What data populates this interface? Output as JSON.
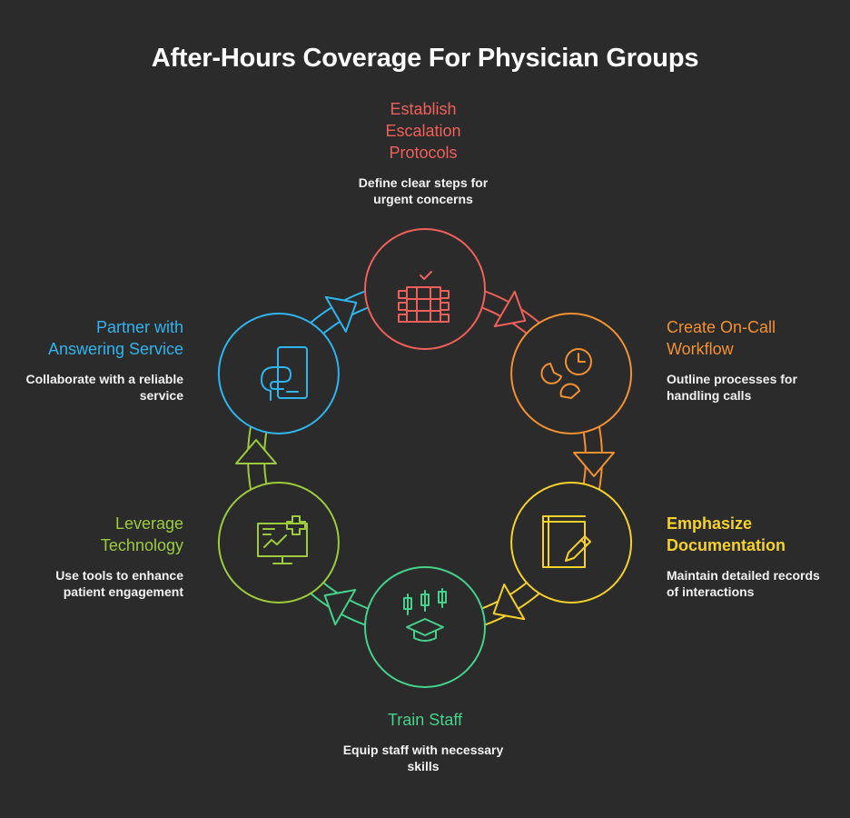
{
  "title": "After-Hours Coverage For Physician Groups",
  "colors": {
    "background": "#2b2b2b",
    "red": "#f0605a",
    "orange": "#f39132",
    "yellow": "#f5d12a",
    "green": "#44d38a",
    "lime": "#9ccc3c",
    "blue": "#2fb4ee"
  },
  "steps": [
    {
      "id": "escalation",
      "label": "Establish\nEscalation\nProtocols",
      "description": "Define clear steps for urgent concerns",
      "icon": "server-checklist-icon",
      "color": "#f0605a"
    },
    {
      "id": "workflow",
      "label": "Create On-Call Workflow",
      "description": "Outline processes for handling calls",
      "icon": "clock-pie-icon",
      "color": "#f39132"
    },
    {
      "id": "documentation",
      "label": "Emphasize Documentation",
      "description": "Maintain detailed records of interactions",
      "icon": "notebook-pencil-icon",
      "color": "#f5d12a"
    },
    {
      "id": "training",
      "label": "Train Staff",
      "description": "Equip staff with necessary skills",
      "icon": "graduation-chart-icon",
      "color": "#44d38a"
    },
    {
      "id": "technology",
      "label": "Leverage Technology",
      "description": "Use tools to enhance patient engagement",
      "icon": "monitor-plus-icon",
      "color": "#9ccc3c"
    },
    {
      "id": "answering",
      "label": "Partner with Answering Service",
      "description": "Collaborate with a reliable service",
      "icon": "phone-hand-icon",
      "color": "#2fb4ee"
    }
  ]
}
